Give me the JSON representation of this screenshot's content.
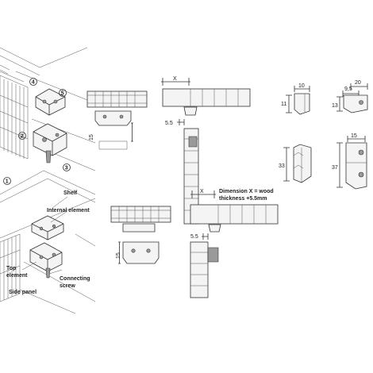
{
  "callouts": {
    "c1": "1",
    "c2": "2",
    "c3": "3",
    "c4": "4",
    "c5": "5"
  },
  "labels": {
    "shelf": "Shelf",
    "internal_element": "Internal element",
    "top_element_1": "Top",
    "top_element_2": "element",
    "connecting_screw_1": "Connecting",
    "connecting_screw_2": "screw",
    "side_panel": "Side panel"
  },
  "dimensions": {
    "x_top": "X",
    "x_mid": "X",
    "v15_top": "15",
    "v15_bottom": "15",
    "h55_top": "5.5",
    "h55_bottom": "5.5",
    "note_line1": "Dimension X = wood",
    "note_line2": "thickness +5.5mm",
    "internal_width": "10",
    "internal_height": "11",
    "top_width": "20",
    "top_sub": "9,5",
    "top_height": "13",
    "internal_height_side": "33",
    "top_side_width": "15",
    "top_side_height": "37"
  }
}
